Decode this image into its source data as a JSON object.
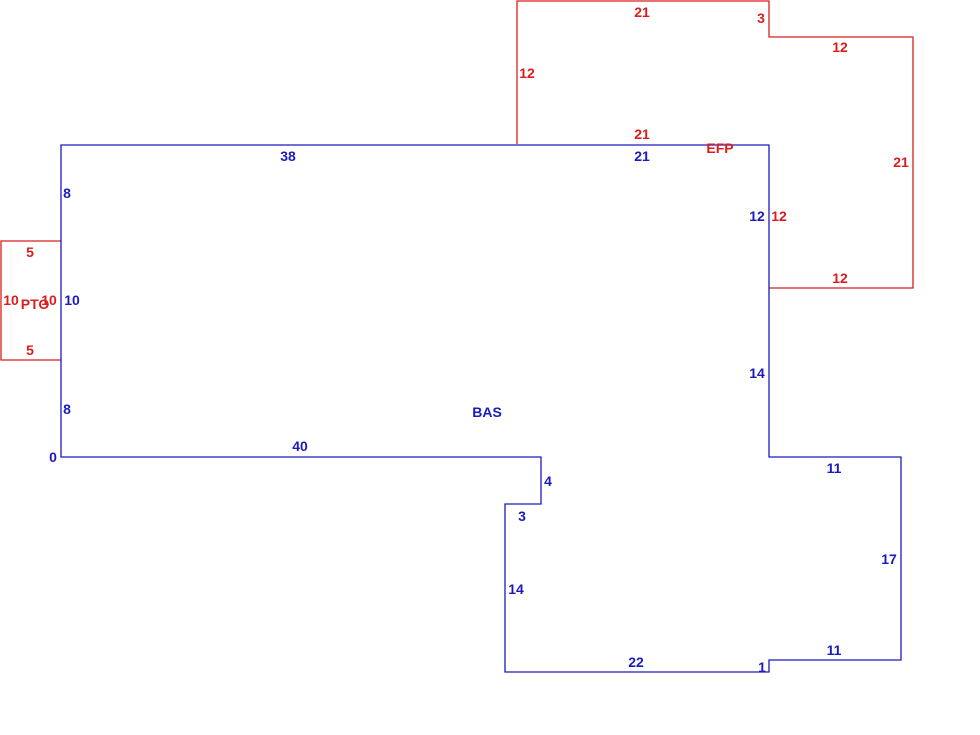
{
  "colors": {
    "blue": "#1b1bbd",
    "red": "#d81e1e"
  },
  "areas": {
    "bas": "BAS",
    "efp": "EFP",
    "pto": "PTO"
  },
  "dimensions": {
    "blue": {
      "top_left": "38",
      "top_right": "21",
      "left_upper": "8",
      "left_middle": "10",
      "left_lower": "8",
      "origin": "0",
      "bottom_left": "40",
      "step_down": "4",
      "step_in": "3",
      "inner_left": "14",
      "bottom_mid": "22",
      "jog": "1",
      "bottom_right": "11",
      "right_side": "17",
      "ledge": "11",
      "right_lower": "14",
      "right_upper": "12"
    },
    "red_efp": {
      "top": "21",
      "notch": "3",
      "top_right": "12",
      "left": "12",
      "bottom": "21",
      "right": "21",
      "inner_left": "12",
      "bottom_right": "12"
    },
    "red_pto": {
      "top": "5",
      "left": "10",
      "right": "10",
      "bottom": "5"
    }
  }
}
